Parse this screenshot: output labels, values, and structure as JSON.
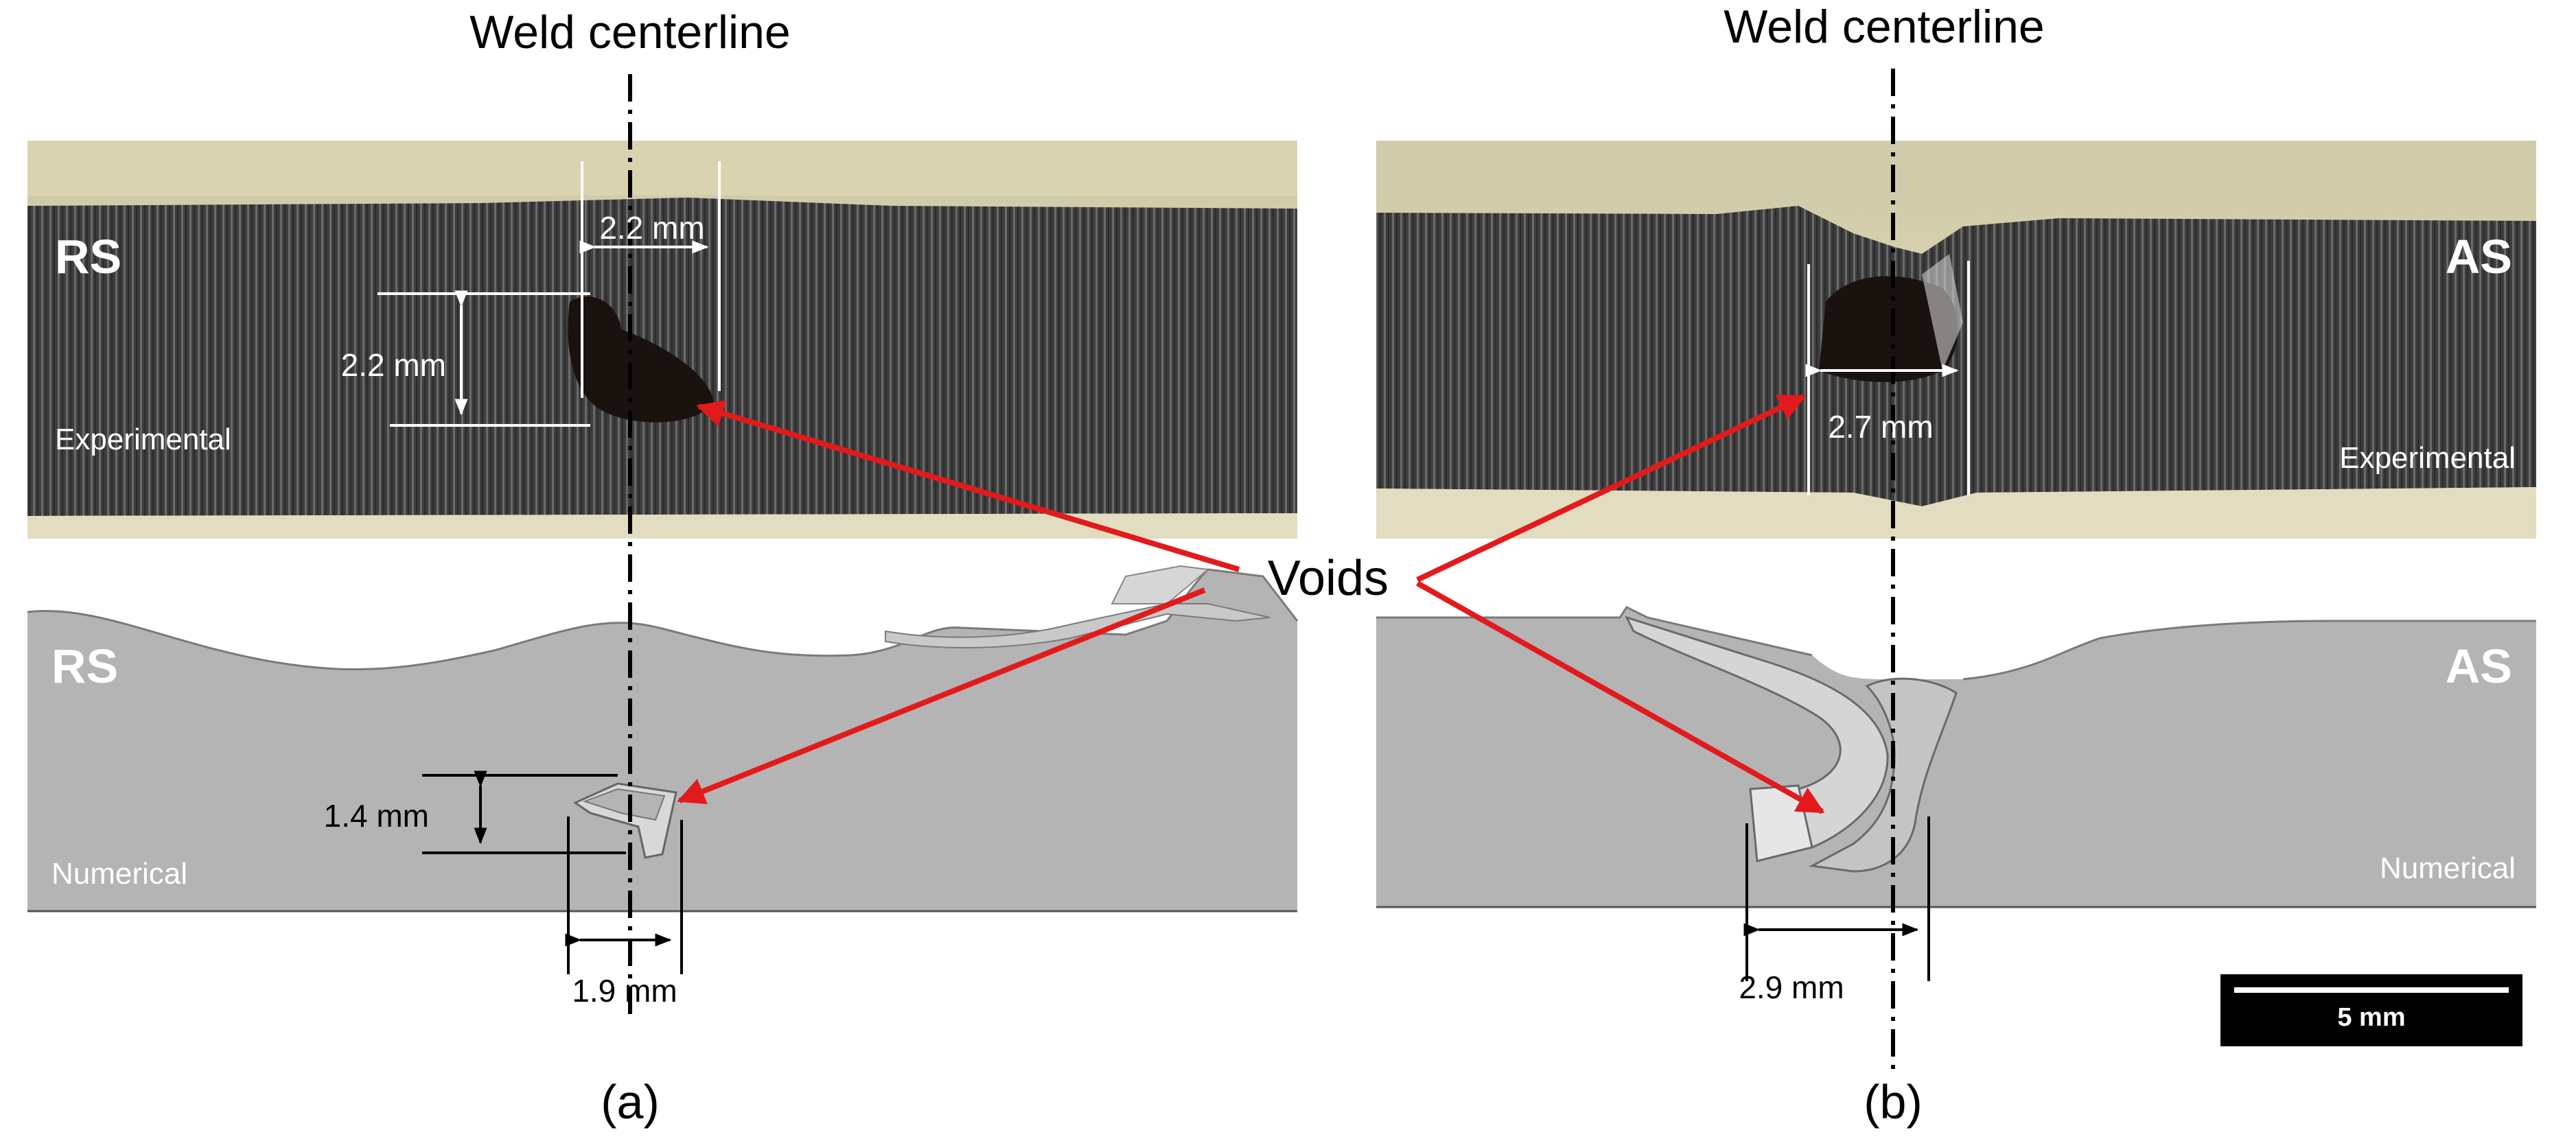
{
  "panels": [
    {
      "id": "a",
      "centerline_label": "Weld centerline",
      "side_label_top": "RS",
      "side_label_bottom": "RS",
      "experimental_label": "Experimental",
      "numerical_label": "Numerical",
      "dims": {
        "exp_width": "2.2 mm",
        "exp_height": "2.2 mm",
        "num_height": "1.4 mm",
        "num_width": "1.9 mm"
      },
      "caption": "(a)"
    },
    {
      "id": "b",
      "centerline_label": "Weld centerline",
      "side_label_top": "AS",
      "side_label_bottom": "AS",
      "experimental_label": "Experimental",
      "numerical_label": "Numerical",
      "dims": {
        "exp_width": "2.7 mm",
        "num_width": "2.9 mm"
      },
      "caption": "(b)"
    }
  ],
  "voids_label": "Voids",
  "scale_bar_label": "5 mm",
  "colors": {
    "arrow": "#e31a1c",
    "numerical_fill": "#b4b4b4",
    "experimental_metal": "#3f3f3f",
    "background_light": "#e8e2c4"
  }
}
